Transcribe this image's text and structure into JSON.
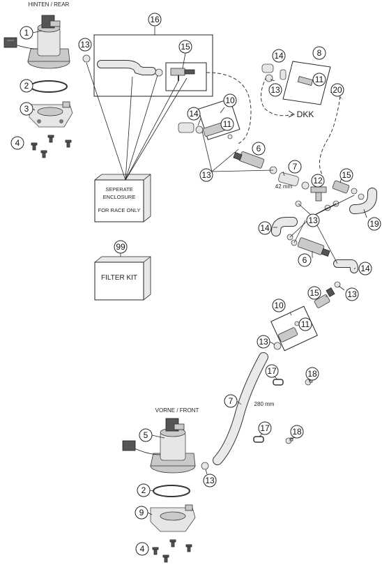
{
  "labels": {
    "rear": "HINTEN / REAR",
    "front": "VORNE / FRONT",
    "dkk": "DKK",
    "len_42": "42 mm",
    "len_280": "280 mm",
    "enclosure_line1": "SEPERATE",
    "enclosure_line2": "ENCLOSURE",
    "enclosure_line3": "FOR RACE ONLY",
    "filter_kit": "FILTER KIT"
  },
  "callouts": [
    {
      "id": "c1",
      "num": "1"
    },
    {
      "id": "c2a",
      "num": "2"
    },
    {
      "id": "c3",
      "num": "3"
    },
    {
      "id": "c4a",
      "num": "4"
    },
    {
      "id": "c13a",
      "num": "13"
    },
    {
      "id": "c16",
      "num": "16"
    },
    {
      "id": "c15a",
      "num": "15"
    },
    {
      "id": "c14a",
      "num": "14"
    },
    {
      "id": "c13b",
      "num": "13"
    },
    {
      "id": "c8",
      "num": "8"
    },
    {
      "id": "c11a",
      "num": "11"
    },
    {
      "id": "c20",
      "num": "20"
    },
    {
      "id": "c10a",
      "num": "10"
    },
    {
      "id": "c14b",
      "num": "14"
    },
    {
      "id": "c11b",
      "num": "11"
    },
    {
      "id": "c6a",
      "num": "6"
    },
    {
      "id": "c13c",
      "num": "13"
    },
    {
      "id": "c7a",
      "num": "7"
    },
    {
      "id": "c12",
      "num": "12"
    },
    {
      "id": "c15b",
      "num": "15"
    },
    {
      "id": "c19",
      "num": "19"
    },
    {
      "id": "c14c",
      "num": "14"
    },
    {
      "id": "c13d",
      "num": "13"
    },
    {
      "id": "c6b",
      "num": "6"
    },
    {
      "id": "c14d",
      "num": "14"
    },
    {
      "id": "c99",
      "num": "99"
    },
    {
      "id": "c15c",
      "num": "15"
    },
    {
      "id": "c13e",
      "num": "13"
    },
    {
      "id": "c10b",
      "num": "10"
    },
    {
      "id": "c11c",
      "num": "11"
    },
    {
      "id": "c13f",
      "num": "13"
    },
    {
      "id": "c17a",
      "num": "17"
    },
    {
      "id": "c18a",
      "num": "18"
    },
    {
      "id": "c7b",
      "num": "7"
    },
    {
      "id": "c17b",
      "num": "17"
    },
    {
      "id": "c18b",
      "num": "18"
    },
    {
      "id": "c5",
      "num": "5"
    },
    {
      "id": "c13g",
      "num": "13"
    },
    {
      "id": "c2b",
      "num": "2"
    },
    {
      "id": "c9",
      "num": "9"
    },
    {
      "id": "c4b",
      "num": "4"
    }
  ]
}
